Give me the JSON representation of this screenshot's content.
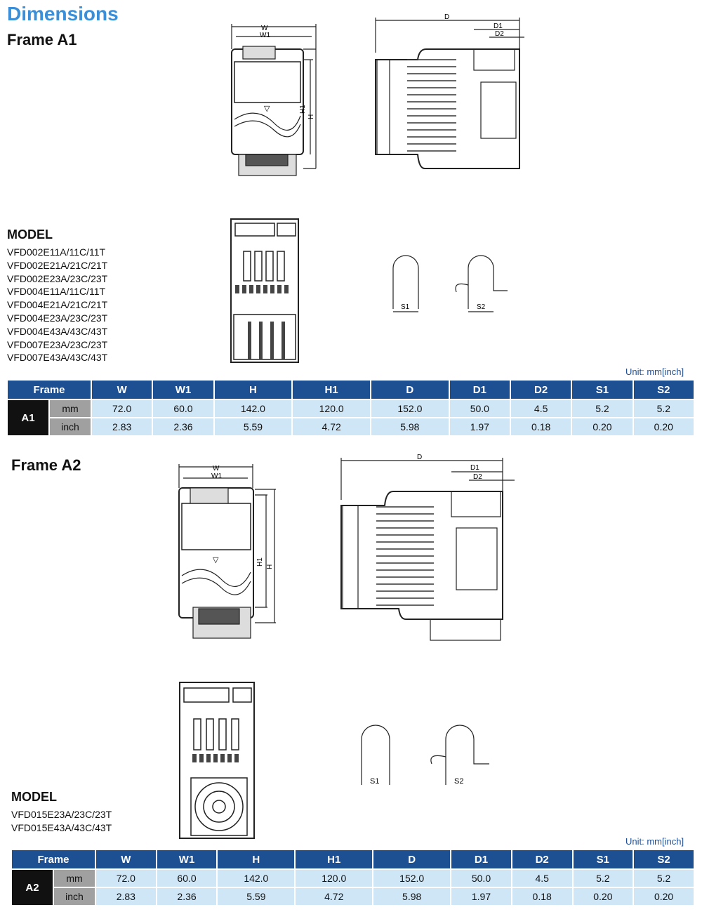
{
  "page_title": "Dimensions",
  "frames": [
    {
      "title": "Frame A1",
      "model_heading": "MODEL",
      "models": [
        "VFD002E11A/11C/11T",
        "VFD002E21A/21C/21T",
        "VFD002E23A/23C/23T",
        "VFD004E11A/11C/11T",
        "VFD004E21A/21C/21T",
        "VFD004E23A/23C/23T",
        "VFD004E43A/43C/43T",
        "VFD007E23A/23C/23T",
        "VFD007E43A/43C/43T"
      ],
      "unit_note": "Unit: mm[inch]",
      "table": {
        "headers": [
          "Frame",
          "W",
          "W1",
          "H",
          "H1",
          "D",
          "D1",
          "D2",
          "S1",
          "S2"
        ],
        "frame": "A1",
        "rows": [
          {
            "unit": "mm",
            "values": [
              "72.0",
              "60.0",
              "142.0",
              "120.0",
              "152.0",
              "50.0",
              "4.5",
              "5.2",
              "5.2"
            ]
          },
          {
            "unit": "inch",
            "values": [
              "2.83",
              "2.36",
              "5.59",
              "4.72",
              "5.98",
              "1.97",
              "0.18",
              "0.20",
              "0.20"
            ]
          }
        ]
      },
      "drawing_labels": {
        "w": "W",
        "w1": "W1",
        "h": "H",
        "h1": "H1",
        "d": "D",
        "d1": "D1",
        "d2": "D2",
        "s1": "S1",
        "s2": "S2"
      }
    },
    {
      "title": "Frame A2",
      "model_heading": "MODEL",
      "models": [
        "VFD015E23A/23C/23T",
        "VFD015E43A/43C/43T"
      ],
      "unit_note": "Unit: mm[inch]",
      "table": {
        "headers": [
          "Frame",
          "W",
          "W1",
          "H",
          "H1",
          "D",
          "D1",
          "D2",
          "S1",
          "S2"
        ],
        "frame": "A2",
        "rows": [
          {
            "unit": "mm",
            "values": [
              "72.0",
              "60.0",
              "142.0",
              "120.0",
              "152.0",
              "50.0",
              "4.5",
              "5.2",
              "5.2"
            ]
          },
          {
            "unit": "inch",
            "values": [
              "2.83",
              "2.36",
              "5.59",
              "4.72",
              "5.98",
              "1.97",
              "0.18",
              "0.20",
              "0.20"
            ]
          }
        ]
      },
      "drawing_labels": {
        "w": "W",
        "w1": "W1",
        "h": "H",
        "h1": "H1",
        "d": "D",
        "d1": "D1",
        "d2": "D2",
        "s1": "S1",
        "s2": "S2"
      }
    }
  ]
}
